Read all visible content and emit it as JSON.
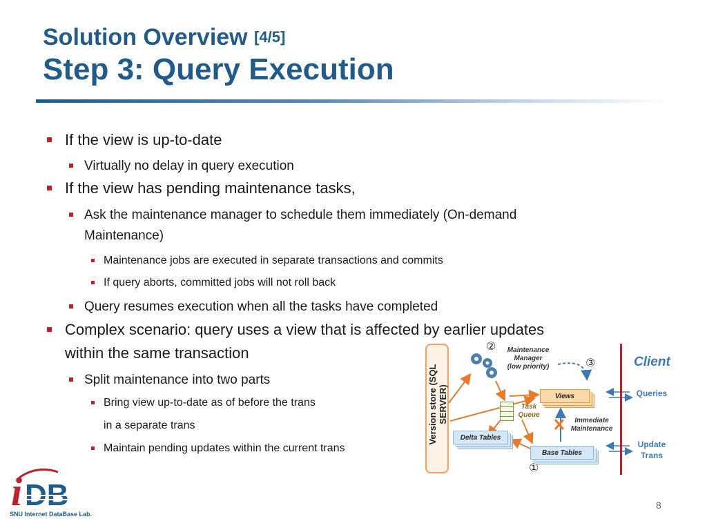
{
  "title": {
    "line1": "Solution Overview",
    "page_marker": "[4/5]",
    "line2": "Step 3: Query Execution"
  },
  "bullets": [
    {
      "level": 1,
      "text": "If the view is up-to-date"
    },
    {
      "level": 2,
      "text": "Virtually no delay in query execution"
    },
    {
      "level": 1,
      "text": "If the view has pending maintenance tasks,"
    },
    {
      "level": 2,
      "text": "Ask the maintenance manager to schedule them immediately (On-demand"
    },
    {
      "level": 2,
      "text": "Maintenance)",
      "continuation": true
    },
    {
      "level": 3,
      "text": "Maintenance jobs are executed in separate transactions and commits"
    },
    {
      "level": 3,
      "text": "If query aborts, committed jobs will not roll back"
    },
    {
      "level": 2,
      "text": "Query resumes execution when all the tasks have completed"
    },
    {
      "level": 1,
      "text": "Complex scenario: query uses a view that is affected by earlier updates"
    },
    {
      "level": 1,
      "text": "within the same transaction",
      "continuation": true
    },
    {
      "level": 2,
      "text": "Split maintenance into two parts"
    },
    {
      "level": 3,
      "text": "Bring view up-to-date as of before the trans"
    },
    {
      "level": 3,
      "text": "in a separate trans",
      "continuation": true
    },
    {
      "level": 3,
      "text": "Maintain pending updates within the current trans"
    }
  ],
  "diagram": {
    "version_store": "Version store (SQL SERVER)",
    "maintenance_manager": [
      "Maintenance",
      "Manager",
      "(low priority)"
    ],
    "views": "Views",
    "task_queue": [
      "Task",
      "Queue"
    ],
    "immediate_maintenance": [
      "Immediate",
      "Maintenance"
    ],
    "delta_tables": "Delta Tables",
    "base_tables": "Base Tables",
    "client": "Client",
    "queries": "Queries",
    "update_trans": [
      "Update",
      "Trans"
    ],
    "step1": "①",
    "step2": "②",
    "step3": "③",
    "colors": {
      "accent_blue": "#1f5c8c",
      "bullet_red": "#c0202a",
      "arrow_orange": "#e87b2a",
      "client_blue": "#3d7ab5"
    }
  },
  "logo": {
    "letters": "iDB",
    "subtitle": "SNU Internet DataBase Lab."
  },
  "page_number": "8"
}
